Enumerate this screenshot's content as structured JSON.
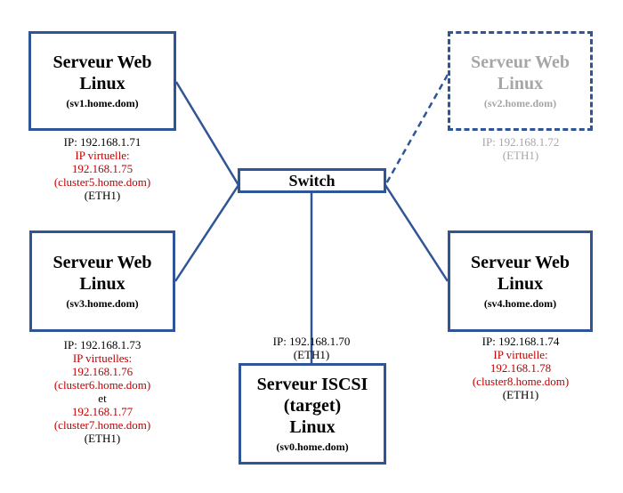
{
  "switch": {
    "label": "Switch"
  },
  "servers": {
    "sv1": {
      "title1": "Serveur Web",
      "title2": "Linux",
      "host": "(sv1.home.dom)",
      "ip": "IP: 192.168.1.71",
      "vip_label": "IP virtuelle:",
      "vip1": "192.168.1.75",
      "vip1_host": "(cluster5.home.dom)",
      "iface": "(ETH1)"
    },
    "sv2": {
      "title1": "Serveur Web",
      "title2": "Linux",
      "host": "(sv2.home.dom)",
      "ip": "IP: 192.168.1.72",
      "iface": "(ETH1)"
    },
    "sv3": {
      "title1": "Serveur Web",
      "title2": "Linux",
      "host": "(sv3.home.dom)",
      "ip": "IP: 192.168.1.73",
      "vip_label": "IP virtuelles:",
      "vip1": "192.168.1.76",
      "vip1_host": "(cluster6.home.dom)",
      "and": "et",
      "vip2": "192.168.1.77",
      "vip2_host": "(cluster7.home.dom)",
      "iface": "(ETH1)"
    },
    "sv4": {
      "title1": "Serveur Web",
      "title2": "Linux",
      "host": "(sv4.home.dom)",
      "ip": "IP: 192.168.1.74",
      "vip_label": "IP virtuelle:",
      "vip1": "192.168.1.78",
      "vip1_host": "(cluster8.home.dom)",
      "iface": "(ETH1)"
    },
    "sv0": {
      "title1": "Serveur ISCSI",
      "title2": "(target)",
      "title3": "Linux",
      "host": "(sv0.home.dom)",
      "ip": "IP: 192.168.1.70",
      "iface": "(ETH1)"
    }
  },
  "colors": {
    "border": "#2f5597",
    "virtual_ip": "#c00000",
    "inactive": "#a6a6a6"
  }
}
